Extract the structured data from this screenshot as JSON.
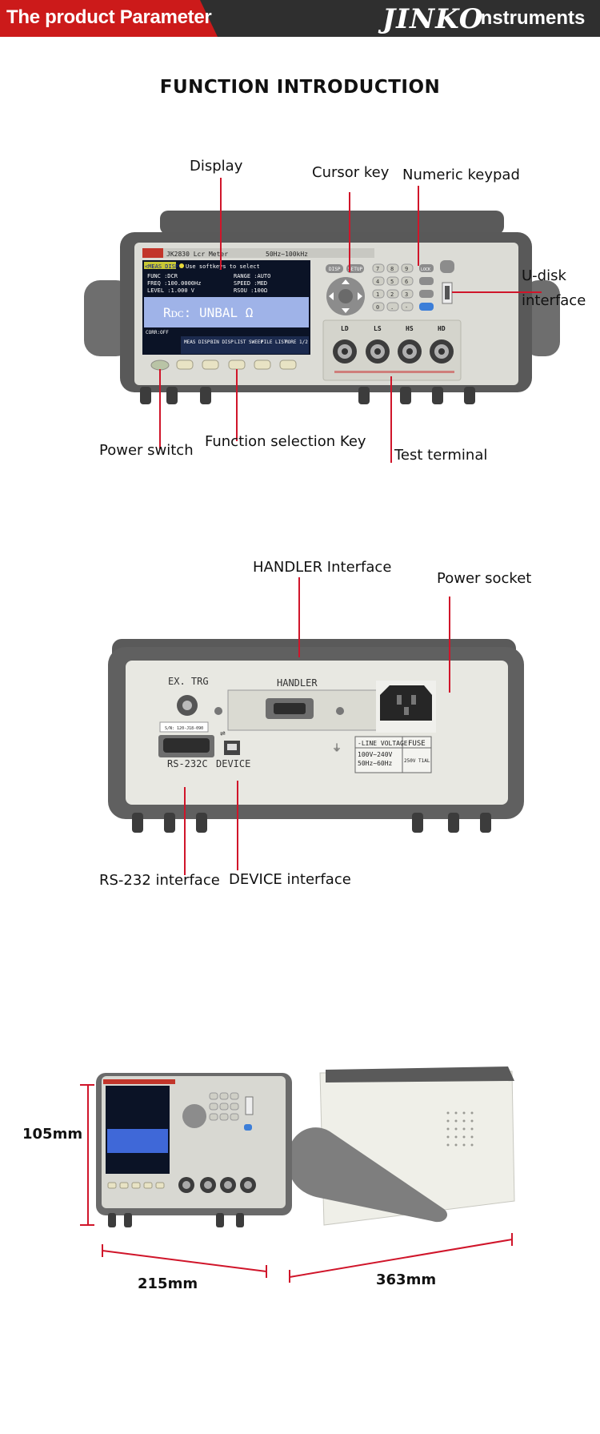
{
  "header": {
    "title": "The product Parameter",
    "brand": "JINKO",
    "brand_sub": "Instruments"
  },
  "section_title": "FUNCTION INTRODUCTION",
  "front_panel": {
    "callouts": {
      "display": "Display",
      "cursor_key": "Cursor key",
      "numeric_keypad": "Numeric keypad",
      "udisk_line1": "U-disk",
      "udisk_line2": "interface",
      "power_switch": "Power switch",
      "function_key": "Function selection Key",
      "test_terminal": "Test terminal"
    },
    "screen": {
      "model": "JK2830 Lcr Meter",
      "freq_range": "50Hz~100kHz",
      "tab": "<MEAS DISP>",
      "hint": "Use softkeys to select",
      "func": "FUNC   :DCR",
      "freq": "FREQ   :100.0000Hz",
      "level": "LEVEL  :1.000 V",
      "range": "RANGE  :AUTO",
      "speed": "SPEED  :MED",
      "rsou": "RSOU   :100Ω",
      "reading": "Rᴅᴄ:  UNBAL  Ω",
      "corr": "CORR:OFF",
      "softkeys": [
        "MEAS DISP",
        "BIN DISP",
        "LIST SWEEP",
        "FILE LIST",
        "MORE 1/2"
      ]
    },
    "keys": {
      "disp": "DISP",
      "setup": "SETUP",
      "digits": [
        "7",
        "8",
        "9",
        "4",
        "5",
        "6",
        "1",
        "2",
        "3",
        "0",
        ".",
        "-"
      ],
      "lock": "LOCK"
    },
    "terminals": [
      "LD",
      "LS",
      "HS",
      "HD"
    ]
  },
  "rear_panel": {
    "callouts": {
      "handler": "HANDLER Interface",
      "power_socket": "Power socket",
      "rs232": "RS-232 interface",
      "device": "DEVICE interface"
    },
    "labels": {
      "ex_trg": "EX. TRG",
      "handler": "HANDLER",
      "rs232c": "RS-232C",
      "device": "DEVICE",
      "serial": "S/N: 120-J18-090",
      "line_voltage": "-LINE VOLTAGE",
      "fuse": "FUSE",
      "voltage_range": "100V~240V",
      "freq_range": "50Hz~60Hz",
      "fuse_rating": "250V T1AL"
    }
  },
  "dimensions": {
    "height": "105mm",
    "width": "215mm",
    "depth": "363mm"
  },
  "colors": {
    "accent_red": "#d0152a",
    "header_red": "#cc1a1a",
    "header_dark": "#2f2f2f",
    "screen_blue": "#1d3fa8"
  }
}
